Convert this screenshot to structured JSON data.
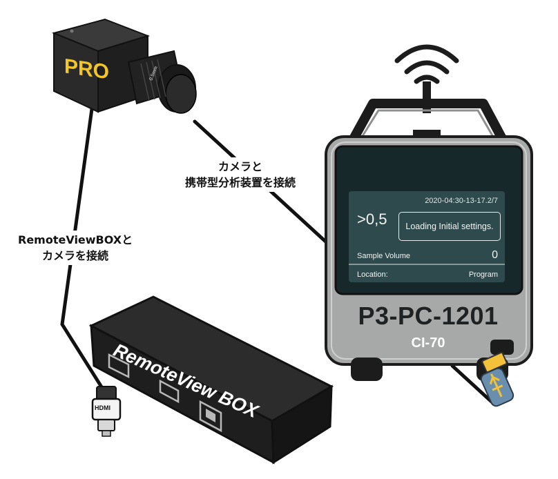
{
  "connection_labels": {
    "camera_to_analyzer": [
      "カメラと",
      "携帯型分析装置を接続"
    ],
    "box_to_camera": [
      "RemoteViewBOXと",
      "カメラを接続"
    ]
  },
  "camera": {
    "brand_label": "PRO",
    "lens_marking": "0.5mm"
  },
  "remote_view_box": {
    "label": "RemoteView BOX"
  },
  "hdmi_plug": {
    "label": "HDMI"
  },
  "analyzer": {
    "timestamp": "2020-04:30-13-17.2/7",
    "reading": ">0,5",
    "status_message": "Loading Initial settings.",
    "sample_volume_label": "Sample Volume",
    "sample_volume_value": "0",
    "location_label": "Location:",
    "program_label": "Program",
    "model": "P3-PC-1201",
    "submodel": "CI-70"
  },
  "colors": {
    "device_body": "#a7a9a8",
    "screen_background": "#2f4a4c",
    "camera_label": "#f2c62b",
    "cable": "#111111"
  },
  "icons": [
    "wifi-signal-icon",
    "usb-icon",
    "hdmi-icon",
    "ethernet-port-icon"
  ]
}
